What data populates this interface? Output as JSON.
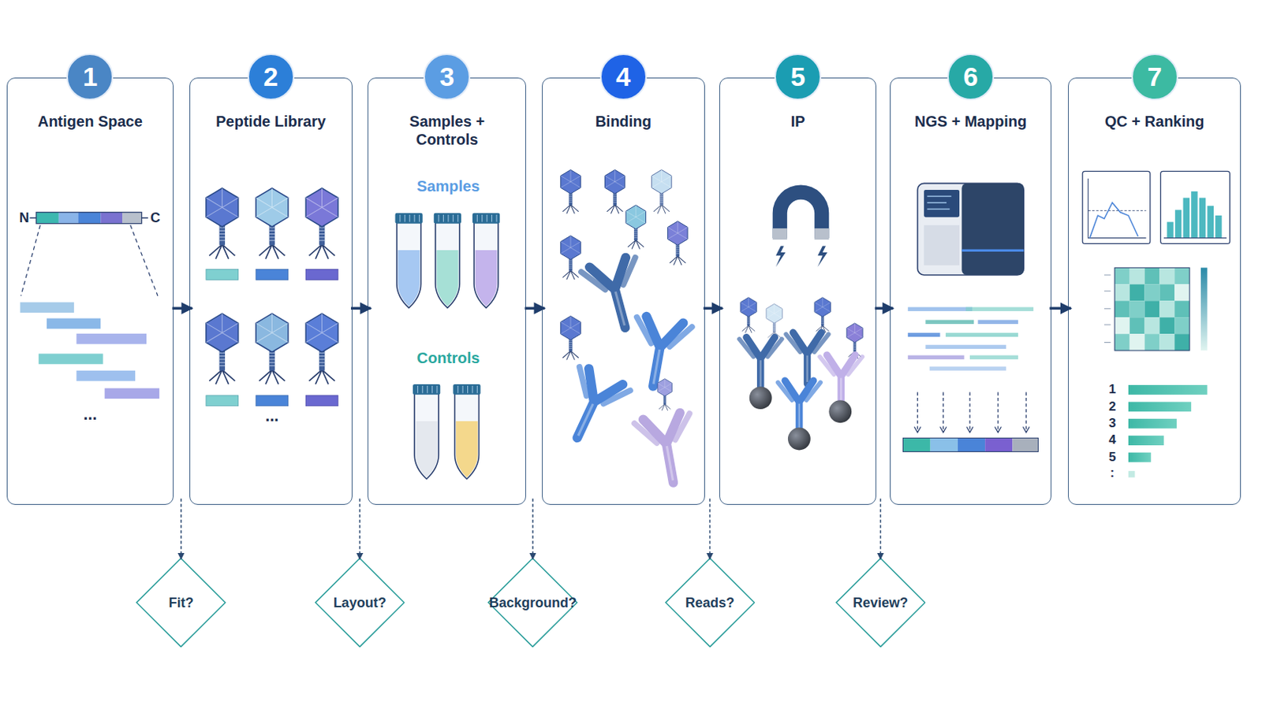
{
  "diagram": {
    "nodes": [
      {
        "text": [
          "1",
          "Antigen Space"
        ]
      },
      {
        "text": [
          "2",
          "Peptide Library"
        ]
      },
      {
        "text": [
          "3",
          "Samples + Controls"
        ]
      },
      {
        "text": [
          "4",
          "Binding"
        ]
      },
      {
        "text": [
          "5",
          "IP"
        ]
      },
      {
        "text": [
          "6",
          "NGS + Mapping"
        ]
      },
      {
        "text": [
          "7",
          "QC + Ranking"
        ]
      },
      {
        "text": [
          "Fit?"
        ]
      },
      {
        "text": [
          "Layout?"
        ]
      },
      {
        "text": [
          "Background?"
        ]
      },
      {
        "text": [
          "Reads?"
        ]
      },
      {
        "text": [
          "Review?"
        ]
      }
    ],
    "edges": [
      {
        "from": 0,
        "to": 1,
        "arrow": "to"
      },
      {
        "from": 1,
        "to": 2,
        "arrow": "to"
      },
      {
        "from": 2,
        "to": 3,
        "arrow": "to"
      },
      {
        "from": 3,
        "to": 4,
        "arrow": "to"
      },
      {
        "from": 4,
        "to": 5,
        "arrow": "to"
      },
      {
        "from": 5,
        "to": 6,
        "arrow": "to"
      },
      {
        "from": 0,
        "to": 7,
        "arrow": "to"
      },
      {
        "from": 1,
        "to": 8,
        "arrow": "to"
      },
      {
        "from": 2,
        "to": 9,
        "arrow": "to"
      },
      {
        "from": 3,
        "to": 10,
        "arrow": "to"
      },
      {
        "from": 4,
        "to": 11,
        "arrow": "to"
      }
    ],
    "labels": [
      "N",
      "C",
      "...",
      "...",
      "Samples",
      "Controls",
      "1",
      "2",
      "3",
      "4",
      "5",
      ":"
    ]
  }
}
